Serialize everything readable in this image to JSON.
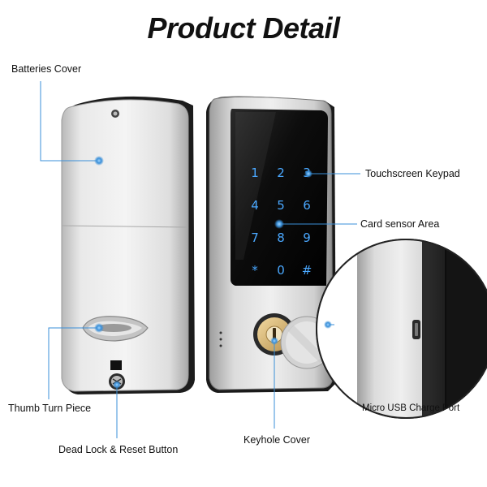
{
  "title": "Product Detail",
  "labels": {
    "batteries_cover": "Batteries Cover",
    "touchscreen_keypad": "Touchscreen Keypad",
    "card_sensor_area": "Card sensor Area",
    "thumb_turn_piece": "Thumb Turn Piece",
    "dead_lock_reset": "Dead Lock & Reset Button",
    "keyhole_cover": "Keyhole Cover",
    "micro_usb": "Micro USB Charge Port"
  },
  "keypad": {
    "keys": [
      "1",
      "2",
      "3",
      "4",
      "5",
      "6",
      "7",
      "8",
      "9",
      "*",
      "0",
      "#"
    ]
  },
  "colors": {
    "callout_line": "#3a8fd8",
    "key_glow": "#4aa8ff",
    "metal": "#d9d9d9",
    "panel": "#111111"
  }
}
